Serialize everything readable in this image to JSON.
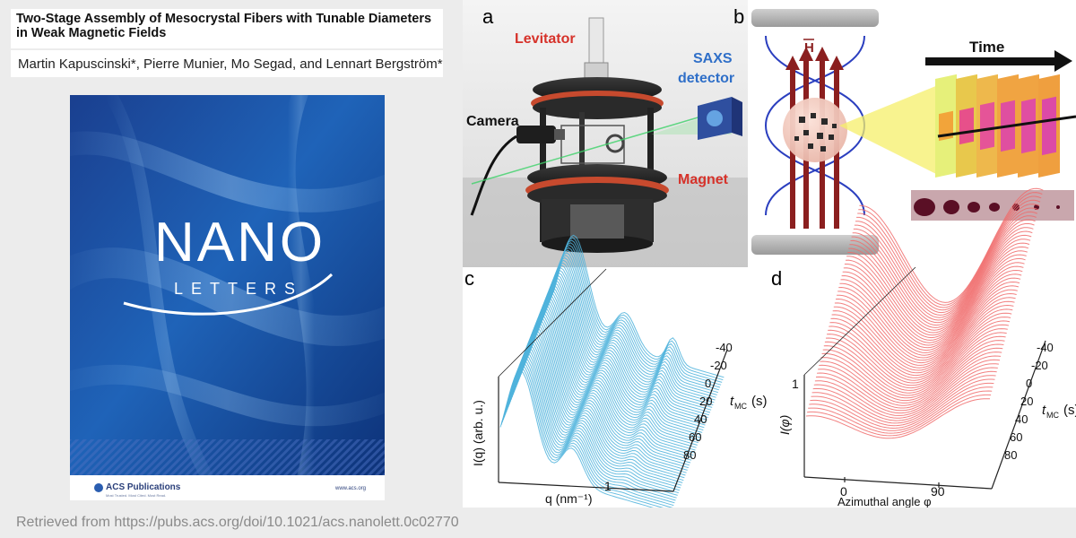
{
  "paper": {
    "title": "Two-Stage Assembly of Mesocrystal Fibers with Tunable Diameters in Weak Magnetic Fields",
    "authors": "Martin Kapuscinski*, Pierre Munier, Mo Segad, and Lennart Bergström*"
  },
  "cover": {
    "journal_top": "NANO",
    "journal_bottom": "LETTERS",
    "publisher": "ACS Publications",
    "publisher_tagline": "Most Trusted. Most Cited. Most Read.",
    "website": "www.acs.org"
  },
  "figure": {
    "panel_a": {
      "label": "a",
      "levitator": "Levitator",
      "saxs_line1": "SAXS",
      "saxs_line2": "detector",
      "camera": "Camera",
      "magnet": "Magnet"
    },
    "panel_b": {
      "label": "b",
      "field_symbol": "H",
      "time": "Time"
    },
    "panel_c": {
      "label": "c",
      "ylabel": "I(q) (arb. u.)",
      "xlabel": "q (nm⁻¹)",
      "x_tick": "1",
      "t_axis_label": "t",
      "t_axis_sub": "MC",
      "t_axis_unit": "(s)",
      "t_ticks": [
        "-40",
        "-20",
        "0",
        "20",
        "40",
        "60",
        "80"
      ]
    },
    "panel_d": {
      "label": "d",
      "ylabel": "I(φ)",
      "y_tick": "1",
      "xlabel": "Azimuthal angle φ",
      "x_ticks": [
        "0",
        "90"
      ],
      "t_axis_label": "t",
      "t_axis_sub": "MC",
      "t_axis_unit": "(s)",
      "t_ticks": [
        "-40",
        "-20",
        "0",
        "20",
        "40",
        "60",
        "80"
      ]
    }
  },
  "source_note": "Retrieved from https://pubs.acs.org/doi/10.1021/acs.nanolett.0c02770",
  "colors": {
    "cover_blue": "#1f63b8",
    "waterfall_c": "#4fb3dc",
    "waterfall_d": "#f06b6b",
    "label_red": "#d6322a",
    "saxs_blue": "#2f6fc8"
  }
}
